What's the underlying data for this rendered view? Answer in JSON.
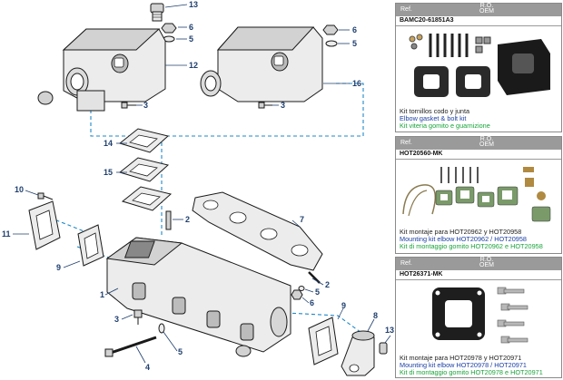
{
  "diagram": {
    "callouts": [
      "13",
      "6",
      "5",
      "12",
      "6",
      "5",
      "16",
      "3",
      "3",
      "14",
      "15",
      "2",
      "7",
      "10",
      "11",
      "9",
      "1",
      "2",
      "5",
      "6",
      "3",
      "5",
      "4",
      "9",
      "8",
      "13"
    ]
  },
  "panels": [
    {
      "ref_label": "Ref.",
      "oem_top": "R.O.",
      "oem_bottom": "OEM",
      "code": "BAMC20-61851A3",
      "line_es": "Kit tornillos codo y junta",
      "line_en": "Elbow gasket & bolt kit",
      "line_it": "Kit viteria gomito e guarnizione"
    },
    {
      "ref_label": "Ref.",
      "oem_top": "R.O.",
      "oem_bottom": "OEM",
      "code": "HOT20560-MK",
      "line_es": "Kit montaje para HOT20962 y HOT20958",
      "line_en": "Mounting kit elbow HOT20962 / HOT20958",
      "line_it": "Kit di montaggio gomito HOT20962 e HOT20958"
    },
    {
      "ref_label": "Ref.",
      "oem_top": "R.O.",
      "oem_bottom": "OEM",
      "code": "HOT26371-MK",
      "line_es": "Kit montaje para HOT20978 y HOT20971",
      "line_en": "Mounting kit elbow HOT20978 / HOT20971",
      "line_it": "Kit di montaggio gomito HOT20978 e HOT20971"
    }
  ]
}
